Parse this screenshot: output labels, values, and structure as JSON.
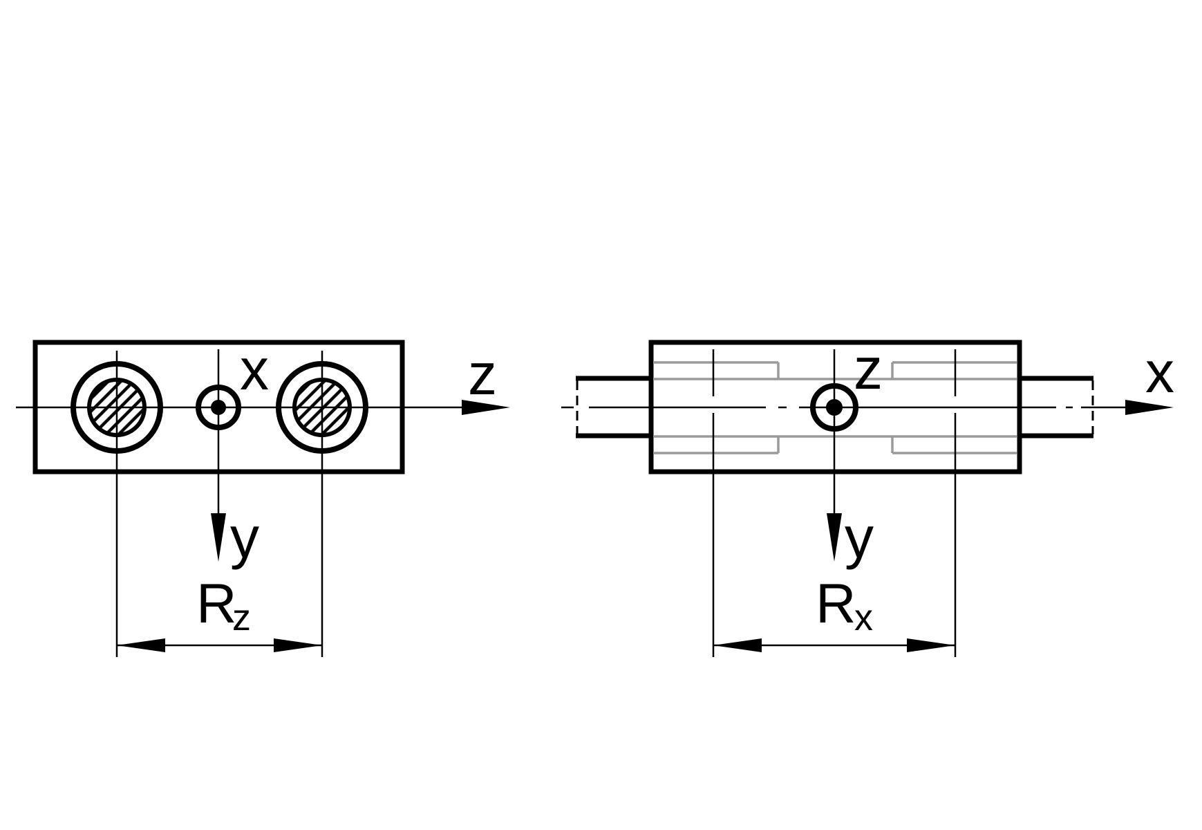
{
  "drawing": {
    "background": "#ffffff",
    "line_color": "#000000",
    "hidden_line_color": "#9a9a9a",
    "front_view": {
      "axis_x_label": "x",
      "axis_y_label": "y",
      "axis_z_label": "z",
      "dim_symbol": "R",
      "dim_subscript": "z"
    },
    "side_view": {
      "axis_x_label": "x",
      "axis_y_label": "y",
      "axis_z_label": "z",
      "dim_symbol": "R",
      "dim_subscript": "x"
    }
  }
}
